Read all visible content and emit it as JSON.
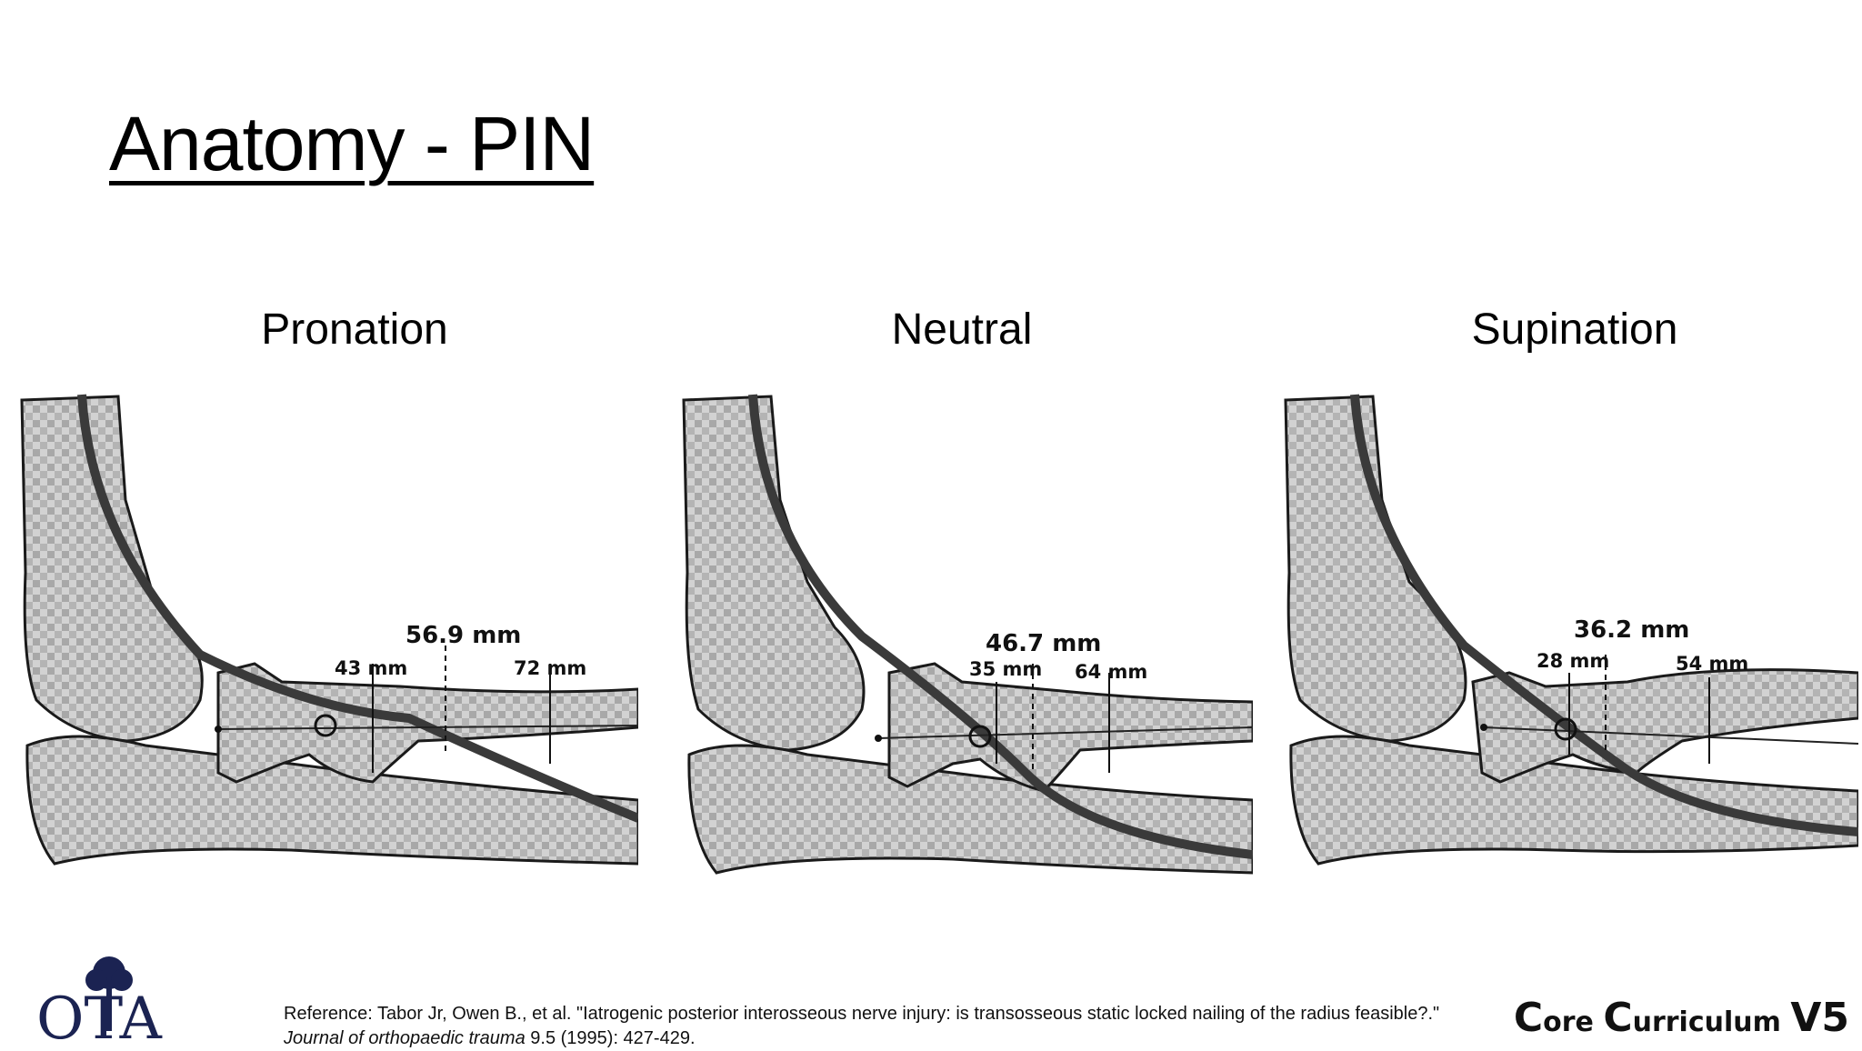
{
  "slide": {
    "title": "Anatomy - PIN"
  },
  "panels": [
    {
      "label": "Pronation",
      "total_measure": "56.9 mm",
      "proximal_measure": "43 mm",
      "distal_measure": "72 mm"
    },
    {
      "label": "Neutral",
      "total_measure": "46.7 mm",
      "proximal_measure": "35 mm",
      "distal_measure": "64 mm"
    },
    {
      "label": "Supination",
      "total_measure": "36.2 mm",
      "proximal_measure": "28 mm",
      "distal_measure": "54 mm"
    }
  ],
  "footer": {
    "reference_prefix": "Reference: Tabor Jr, Owen B., et al. \"Iatrogenic posterior interosseous nerve injury: is transosseous static locked nailing of the radius feasible?.\" ",
    "journal": "Journal of orthopaedic trauma",
    "reference_suffix": " 9.5 (1995): 427-429.",
    "logo_text": "OTA",
    "brand_c1": "C",
    "brand_ore": "ore ",
    "brand_c2": "C",
    "brand_urriculum": "urriculum ",
    "brand_version": "V5"
  },
  "colors": {
    "bone_fill": "#c9c9c9",
    "bone_outline": "#1a1a1a",
    "nerve": "#3a3a3a",
    "logo_navy": "#1b2352"
  }
}
